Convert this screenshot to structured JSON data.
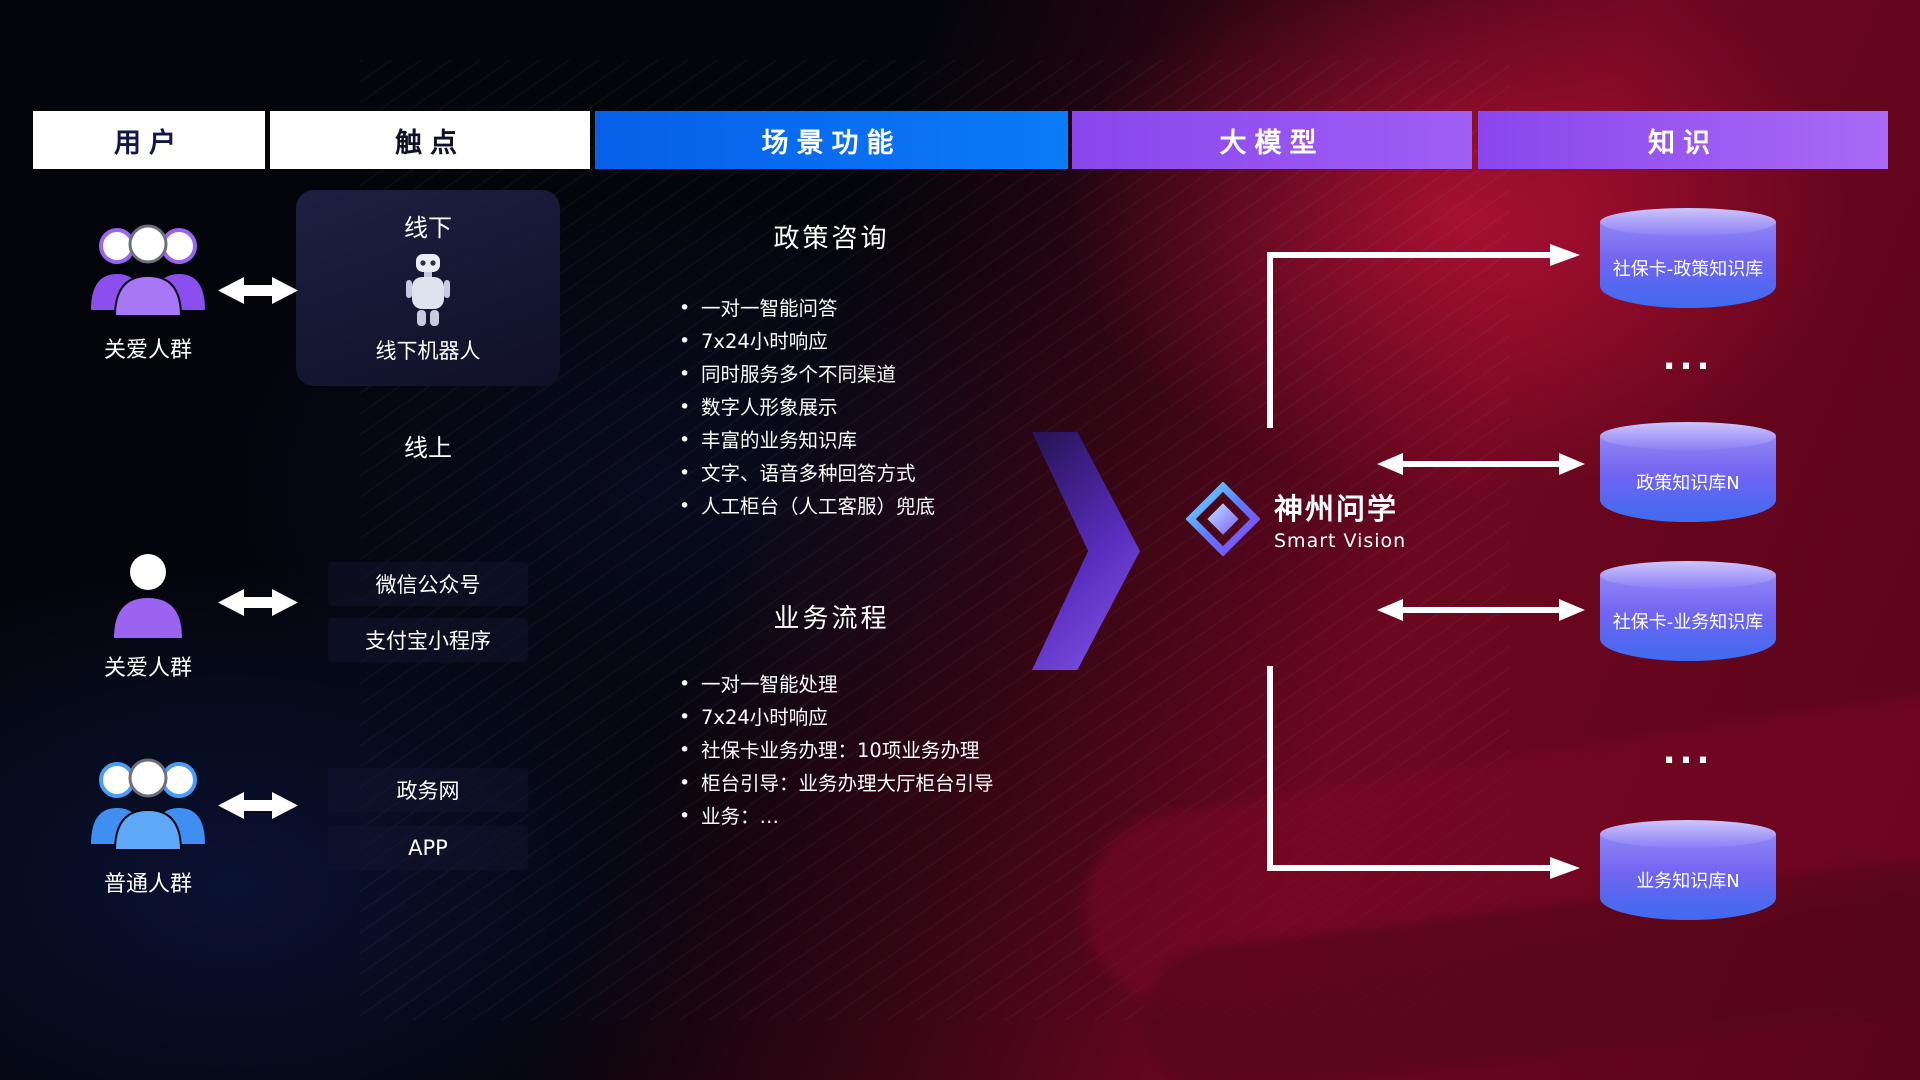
{
  "header": {
    "columns": [
      {
        "label": "用户"
      },
      {
        "label": "触点"
      },
      {
        "label": "场景功能"
      },
      {
        "label": "大模型"
      },
      {
        "label": "知识"
      }
    ]
  },
  "users": {
    "groups": [
      {
        "label": "关爱人群"
      },
      {
        "label": "关爱人群"
      },
      {
        "label": "普通人群"
      }
    ]
  },
  "touchpoints": {
    "offline": {
      "title": "线下",
      "device": "线下机器人"
    },
    "online_title": "线上",
    "channels": [
      {
        "label": "微信公众号"
      },
      {
        "label": "支付宝小程序"
      },
      {
        "label": "政务网"
      },
      {
        "label": "APP"
      }
    ]
  },
  "scenarios": [
    {
      "title": "政策咨询",
      "items": [
        "一对一智能问答",
        "7x24小时响应",
        "同时服务多个不同渠道",
        "数字人形象展示",
        "丰富的业务知识库",
        "文字、语音多种回答方式",
        "人工柜台（人工客服）兜底"
      ]
    },
    {
      "title": "业务流程",
      "items": [
        "一对一智能处理",
        "7x24小时响应",
        "社保卡业务办理：10项业务办理",
        "柜台引导：业务办理大厅柜台引导",
        "业务：…"
      ]
    }
  ],
  "model": {
    "name": "神州问学",
    "subtitle": "Smart Vision"
  },
  "knowledge": {
    "stores": [
      {
        "label": "社保卡-政策知识库"
      },
      {
        "label": "政策知识库N"
      },
      {
        "label": "社保卡-业务知识库"
      },
      {
        "label": "业务知识库N"
      }
    ],
    "ellipsis": "..."
  },
  "colors": {
    "scene_header_blue": "#0a6cf3",
    "model_header_purple": "#9a55f2",
    "cylinder_top": "#cdc5fc",
    "cylinder_bottom": "#3e6bef",
    "accent_purple": "#8b5cf6",
    "background_red": "#a50d2f"
  }
}
